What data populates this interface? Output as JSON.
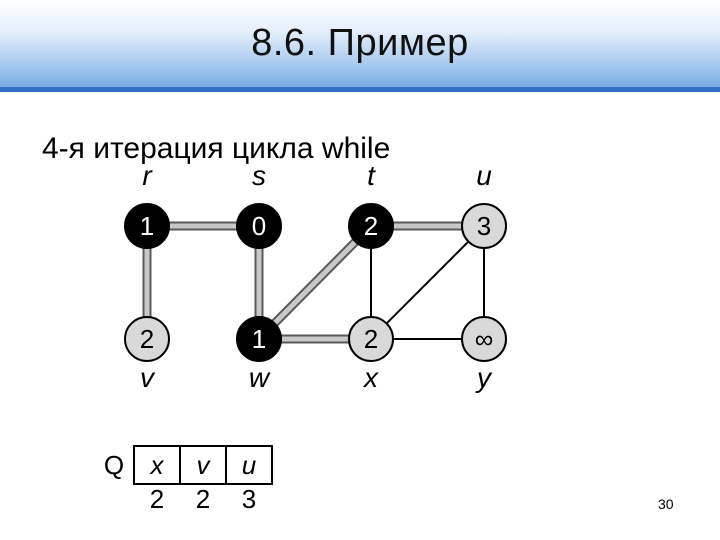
{
  "slide": {
    "title": "8.6. Пример",
    "subtitle": "4-я итерация цикла while",
    "page_number": "30"
  },
  "graph": {
    "nodes": [
      {
        "id": "r",
        "label": "r",
        "dist": "1",
        "filled": true
      },
      {
        "id": "s",
        "label": "s",
        "dist": "0",
        "filled": true
      },
      {
        "id": "t",
        "label": "t",
        "dist": "2",
        "filled": true
      },
      {
        "id": "u",
        "label": "u",
        "dist": "3",
        "filled": false
      },
      {
        "id": "v",
        "label": "v",
        "dist": "2",
        "filled": false
      },
      {
        "id": "w",
        "label": "w",
        "dist": "1",
        "filled": true
      },
      {
        "id": "x",
        "label": "x",
        "dist": "2",
        "filled": false
      },
      {
        "id": "y",
        "label": "y",
        "dist": "∞",
        "filled": false
      }
    ],
    "edges": [
      {
        "from": "r",
        "to": "s",
        "tree": true
      },
      {
        "from": "r",
        "to": "v",
        "tree": true
      },
      {
        "from": "s",
        "to": "w",
        "tree": true
      },
      {
        "from": "w",
        "to": "t",
        "tree": true
      },
      {
        "from": "w",
        "to": "x",
        "tree": true
      },
      {
        "from": "t",
        "to": "u",
        "tree": true
      },
      {
        "from": "t",
        "to": "x",
        "tree": false
      },
      {
        "from": "x",
        "to": "u",
        "tree": false
      },
      {
        "from": "u",
        "to": "y",
        "tree": false
      },
      {
        "from": "x",
        "to": "y",
        "tree": false
      }
    ]
  },
  "queue": {
    "label": "Q",
    "items": [
      {
        "vertex": "x",
        "dist": "2"
      },
      {
        "vertex": "v",
        "dist": "2"
      },
      {
        "vertex": "u",
        "dist": "3"
      }
    ]
  }
}
